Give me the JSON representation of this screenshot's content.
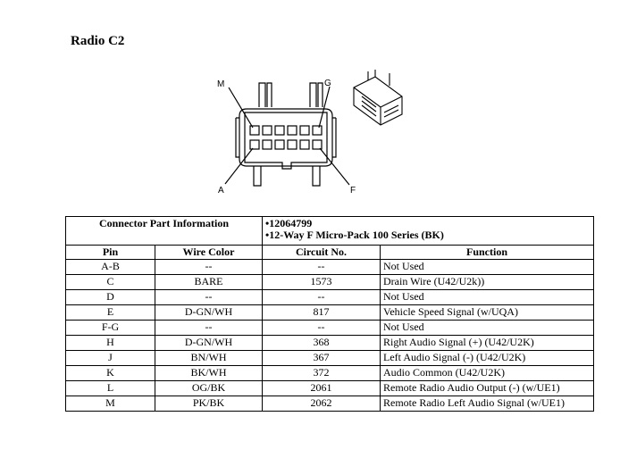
{
  "title": "Radio C2",
  "connector_labels": {
    "m": "M",
    "g": "G",
    "a": "A",
    "f": "F"
  },
  "info": {
    "label": "Connector Part Information",
    "lines": [
      "•12064799",
      "•12-Way F Micro-Pack 100 Series (BK)"
    ]
  },
  "columns": [
    "Pin",
    "Wire Color",
    "Circuit No.",
    "Function"
  ],
  "rows": [
    [
      "A-B",
      "--",
      "--",
      "Not Used"
    ],
    [
      "C",
      "BARE",
      "1573",
      "Drain Wire (U42/U2k))"
    ],
    [
      "D",
      "--",
      "--",
      "Not Used"
    ],
    [
      "E",
      "D-GN/WH",
      "817",
      "Vehicle Speed Signal (w/UQA)"
    ],
    [
      "F-G",
      "--",
      "--",
      "Not Used"
    ],
    [
      "H",
      "D-GN/WH",
      "368",
      "Right Audio Signal (+) (U42/U2K)"
    ],
    [
      "J",
      "BN/WH",
      "367",
      "Left Audio Signal (-) (U42/U2K)"
    ],
    [
      "K",
      "BK/WH",
      "372",
      "Audio Common (U42/U2K)"
    ],
    [
      "L",
      "OG/BK",
      "2061",
      "Remote Radio Audio Output (-) (w/UE1)"
    ],
    [
      "M",
      "PK/BK",
      "2062",
      "Remote Radio Left Audio Signal (w/UE1)"
    ]
  ]
}
